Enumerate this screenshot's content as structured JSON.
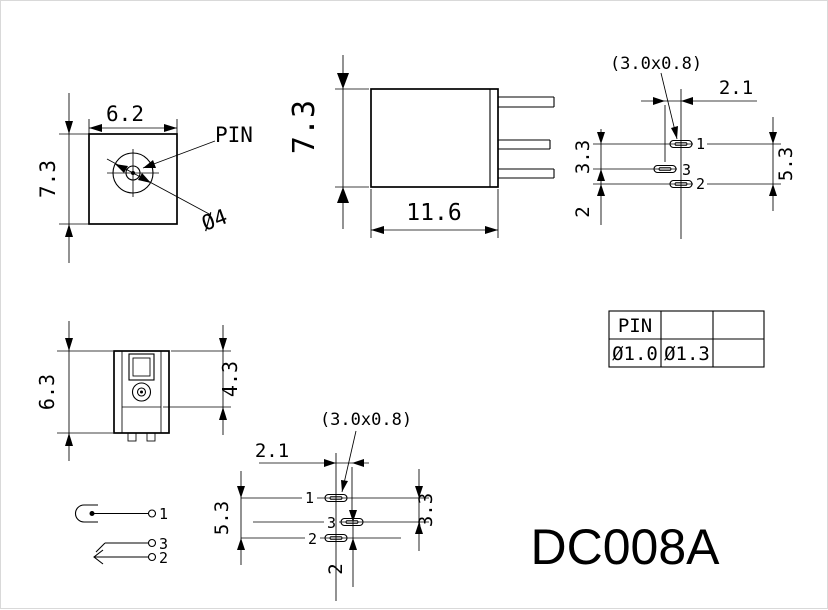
{
  "title": "DC008A",
  "front_view": {
    "width": "6.2",
    "height": "7.3",
    "pin_label": "PIN",
    "pin_diameter": "Ø4"
  },
  "side_view": {
    "height": "7.3",
    "length": "11.6"
  },
  "footprint_top": {
    "slot_size": "(3.0x0.8)",
    "offset_x": "2.1",
    "pitch_13": "3.3",
    "span_12": "5.3",
    "pitch_32": "2",
    "pin1": "1",
    "pin2": "2",
    "pin3": "3"
  },
  "footprint_bottom": {
    "slot_size": "(3.0x0.8)",
    "offset_x": "2.1",
    "span_12": "5.3",
    "pitch_13": "3.3",
    "pitch_32": "2",
    "pin1": "1",
    "pin2": "2",
    "pin3": "3"
  },
  "bottom_view": {
    "height": "6.3",
    "depth": "4.3"
  },
  "schematic": {
    "pin1": "1",
    "pin2": "2",
    "pin3": "3"
  },
  "spec_table": {
    "header": "PIN",
    "pin_diameter": "Ø1.0",
    "hole_diameter": "Ø1.3"
  }
}
